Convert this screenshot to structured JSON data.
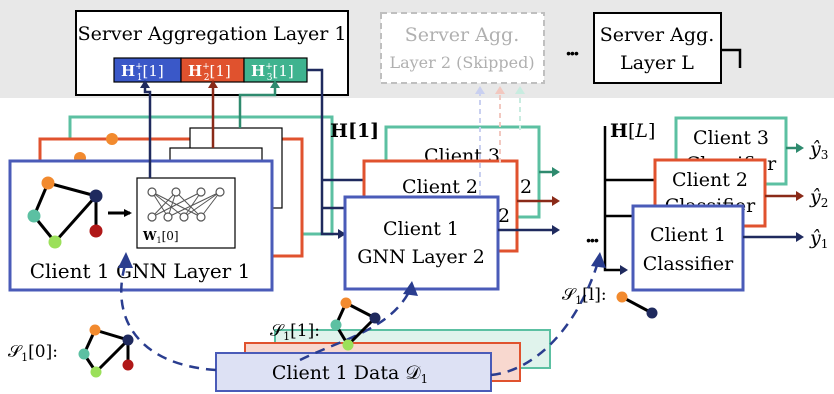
{
  "server": {
    "layer1_title": "Server Aggregation Layer 1",
    "h1": "H",
    "h1_sup": "+",
    "h1_sub": "1",
    "h1_arg": "[1]",
    "h2": "H",
    "h2_sup": "+",
    "h2_sub": "2",
    "h2_arg": "[1]",
    "h3": "H",
    "h3_sup": "+",
    "h3_sub": "3",
    "h3_arg": "[1]",
    "layer2_line1": "Server Agg.",
    "layer2_line2": "Layer 2 (Skipped)",
    "ellipsis": "•••",
    "layerL_line1": "Server Agg.",
    "layerL_line2": "Layer L"
  },
  "layer1": {
    "title": "Client 1 GNN Layer 1",
    "weight": "W",
    "weight_sub": "1",
    "weight_arg": "[0]"
  },
  "layer2": {
    "h_label": "H[1]",
    "client3": "Client 3",
    "client2": "Client 2",
    "client1_line1": "Client 1",
    "client1_line2": "GNN Layer 2",
    "ellipsis": "•••"
  },
  "classifier": {
    "h_label": "H[L]",
    "client3_line1": "Client 3",
    "client3_line2": "Classifier",
    "client2_line1": "Client 2",
    "client2_line2": "Classifier",
    "client1_line1": "Client 1",
    "client1_line2": "Classifier",
    "y3": "ŷ",
    "y3_sub": "3",
    "y2": "ŷ",
    "y2_sub": "2",
    "y1": "ŷ",
    "y1_sub": "1"
  },
  "data": {
    "label": "Client 1 Data 𝒟",
    "label_sub": "1",
    "s0": "𝒮",
    "s0_sub": "1",
    "s0_arg": "[0]:",
    "s1": "𝒮",
    "s1_sub": "1",
    "s1_arg": "[1]:",
    "sl": "𝒮",
    "sl_sub": "1",
    "sl_arg": "[l]:"
  },
  "colors": {
    "server_band": "#e8e8e8",
    "client1": "#4a5bb8",
    "client2": "#e0522e",
    "client3": "#5cc0a2",
    "node_orange": "#f28a2e",
    "node_navy": "#1f2a5e",
    "node_teal": "#5cc0a2",
    "node_green": "#9be05a",
    "node_red": "#b01818",
    "h1_fill": "#3a58c8",
    "h2_fill": "#e0522e",
    "h3_fill": "#3fb38f",
    "arrow_navy": "#1f2a5e",
    "arrow_red": "#8a2a18",
    "arrow_teal": "#2e8a6e"
  }
}
